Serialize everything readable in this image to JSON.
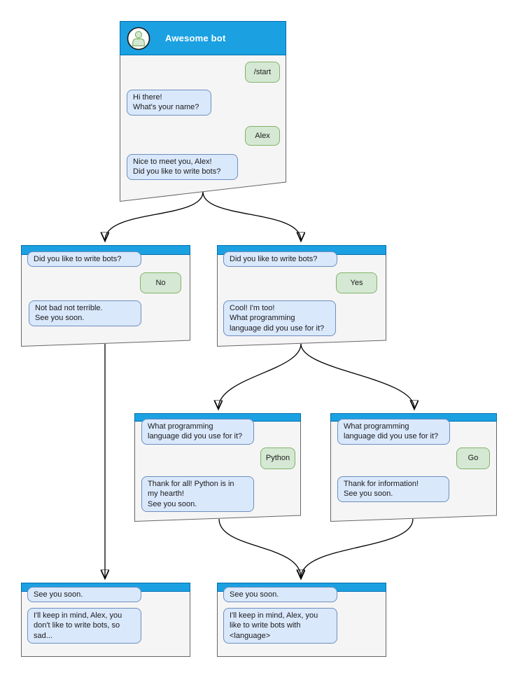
{
  "colors": {
    "header_blue": "#1BA1E2",
    "header_border": "#006EAF",
    "window_bg": "#F5F5F5",
    "window_border": "#666666",
    "bot_bubble_bg": "#DAE8FC",
    "bot_bubble_border": "#6C8EBF",
    "user_bubble_bg": "#D5E8D4",
    "user_bubble_border": "#82B366",
    "connector": "#000000"
  },
  "root_window": {
    "title": "Awesome bot",
    "avatar_icon": "person-icon",
    "messages": {
      "start": "/start",
      "greeting": "Hi there!\nWhat's your name?",
      "name": "Alex",
      "ask_bots": "Nice to meet you, Alex!\nDid you like to write bots?"
    }
  },
  "no_branch": {
    "question": "Did you like to write bots?",
    "answer": "No",
    "reply": "Not bad not terrible.\nSee you soon."
  },
  "yes_branch": {
    "question": "Did you like to write bots?",
    "answer": "Yes",
    "reply": "Cool! I'm too!\nWhat programming\nlanguage did you use for it?"
  },
  "python_branch": {
    "question": "What programming\nlanguage did you use for it?",
    "answer": "Python",
    "reply": "Thank for all! Python is in\nmy hearth!\nSee you soon."
  },
  "go_branch": {
    "question": "What programming\nlanguage did you use for it?",
    "answer": "Go",
    "reply": "Thank for information!\nSee you soon."
  },
  "end_no": {
    "question": "See you soon.",
    "reply": "I'll keep in mind, Alex, you\ndon't like to write bots, so\nsad..."
  },
  "end_yes": {
    "question": "See you soon.",
    "reply": "I'll keep in mind, Alex, you\nlike to write bots with\n<language>"
  },
  "connectors": [
    {
      "from": "root_window",
      "to": "no_branch"
    },
    {
      "from": "root_window",
      "to": "yes_branch"
    },
    {
      "from": "no_branch",
      "to": "end_no"
    },
    {
      "from": "yes_branch",
      "to": "python_branch"
    },
    {
      "from": "yes_branch",
      "to": "go_branch"
    },
    {
      "from": "python_branch",
      "to": "end_yes"
    },
    {
      "from": "go_branch",
      "to": "end_yes"
    }
  ]
}
